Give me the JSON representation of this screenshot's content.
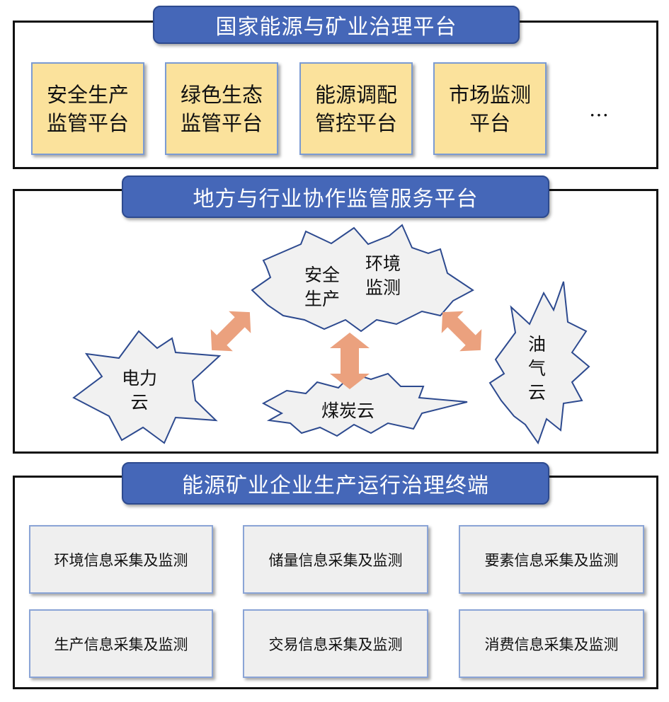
{
  "top": {
    "title": "国家能源与矿业治理平台",
    "boxes": [
      {
        "line1": "安全生产",
        "line2": "监管平台"
      },
      {
        "line1": "绿色生态",
        "line2": "监管平台"
      },
      {
        "line1": "能源调配",
        "line2": "管控平台"
      },
      {
        "line1": "市场监测",
        "line2": "平台"
      }
    ],
    "more": "…"
  },
  "middle": {
    "title": "地方与行业协作监管服务平台",
    "nodes": {
      "safety": {
        "line1": "安全",
        "line2": "生产"
      },
      "environment": {
        "line1": "环境",
        "line2": "监测"
      },
      "power": {
        "line1": "电力",
        "line2": "云"
      },
      "coal": {
        "line1": "煤炭云"
      },
      "oil": {
        "line1": "油",
        "line2": "气",
        "line3": "云"
      }
    }
  },
  "bottom": {
    "title": "能源矿业企业生产运行治理终端",
    "boxes": [
      "环境信息采集及监测",
      "储量信息采集及监测",
      "要素信息采集及监测",
      "生产信息采集及监测",
      "交易信息采集及监测",
      "消费信息采集及监测"
    ]
  },
  "colors": {
    "banner": "#4567b8",
    "platform_box": "#fbe29c",
    "terminal_box": "#efefef",
    "arrow": "#eba17e"
  }
}
